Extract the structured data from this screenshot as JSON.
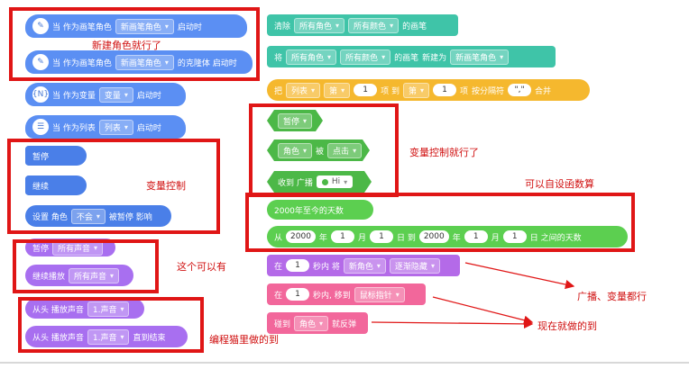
{
  "left": {
    "hat1": {
      "prefix": "当 作为画笔角色",
      "dropdown": "新画笔角色",
      "suffix": "启动时"
    },
    "hat2": {
      "prefix": "当 作为画笔角色",
      "dropdown": "新画笔角色",
      "suffix": "的克隆体 启动时"
    },
    "hat3": {
      "icon": "{N}",
      "prefix": "当 作为变量",
      "dropdown": "变量",
      "suffix": "启动时"
    },
    "hat4": {
      "prefix": "当 作为列表",
      "dropdown": "列表",
      "suffix": "启动时"
    },
    "pause": "暂停",
    "resume": "继续",
    "set_role": {
      "prefix": "设置 角色",
      "dropdown": "不会",
      "suffix": "被暂停 影响"
    },
    "sound_pause": {
      "prefix": "暂停",
      "dropdown": "所有声音"
    },
    "sound_resume": {
      "prefix": "继续播放",
      "dropdown": "所有声音"
    },
    "play1": {
      "prefix": "从头 播放声音",
      "dropdown": "1.声音"
    },
    "play2": {
      "prefix": "从头 播放声音",
      "dropdown": "1.声音",
      "suffix": "直到结束"
    }
  },
  "right": {
    "clear": {
      "prefix": "清除",
      "dd1": "所有角色",
      "dd2": "所有颜色",
      "suffix": "的画笔"
    },
    "convert": {
      "prefix": "将",
      "dd1": "所有角色",
      "dd2": "所有颜色",
      "mid": "的画笔",
      "mid2": "新建为",
      "dd3": "新画笔角色"
    },
    "list_join": {
      "prefix": "把",
      "dd1": "列表",
      "dd2": "第",
      "n1": "1",
      "t1": "项 到",
      "dd3": "第",
      "n2": "1",
      "t2": "项",
      "t3": "按分隔符",
      "sep": "\",\"",
      "suffix": "合并"
    },
    "pause_hex": "暂停",
    "role_clicked": {
      "dd1": "角色",
      "mid": "被",
      "dd2": "点击"
    },
    "broadcast": {
      "prefix": "收到 广播",
      "value": "Hi"
    },
    "days_since": "2000年至今的天数",
    "days_between": {
      "p1": "从",
      "y1": "2000",
      "t1": "年",
      "m1": "1",
      "t2": "月",
      "d1": "1",
      "t3": "日 到",
      "y2": "2000",
      "t4": "年",
      "m2": "1",
      "t5": "月",
      "d2": "1",
      "t6": "日 之间的天数"
    },
    "fade": {
      "p1": "在",
      "n": "1",
      "t1": "秒内 将",
      "dd1": "新角色",
      "dd2": "逐渐隐藏"
    },
    "move": {
      "p1": "在",
      "n": "1",
      "t1": "秒内, 移到",
      "dd1": "鼠标指针"
    },
    "bounce": {
      "p1": "碰到",
      "dd1": "角色",
      "t1": "就反弹"
    }
  },
  "notes": {
    "n1": "新建角色就行了",
    "n2": "变量控制",
    "n3": "这个可以有",
    "n4": "编程猫里做的到",
    "n5": "变量控制就行了",
    "n6": "可以自设函数算",
    "n7": "广播、变量都行",
    "n8": "现在就做的到"
  }
}
